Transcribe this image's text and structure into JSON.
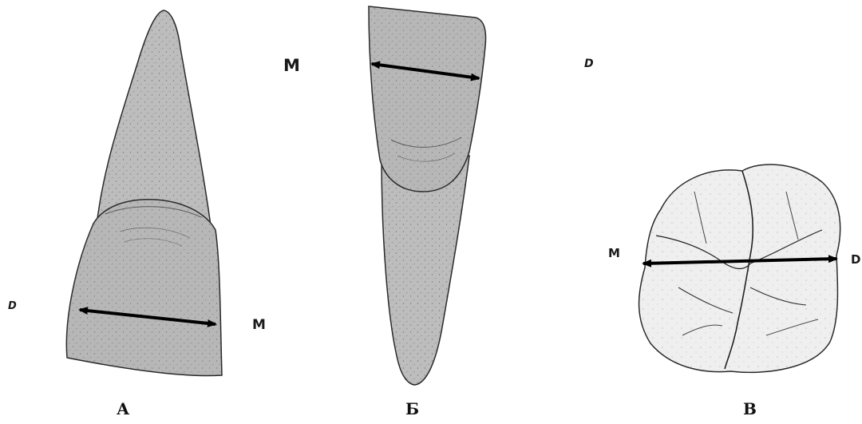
{
  "figures": {
    "a": {
      "caption": "А",
      "side_left": "D",
      "side_right": "M"
    },
    "b": {
      "caption": "Б",
      "side_left": "M",
      "side_right": "D"
    },
    "c": {
      "caption": "В",
      "side_left": "M",
      "side_right": "D"
    }
  },
  "colors": {
    "tooth_fill": "#b9b9b9",
    "tooth_fill_light": "#cfcfcf",
    "molar_fill": "#efefef",
    "outline": "#2a2a2a",
    "arrow": "#000000"
  }
}
